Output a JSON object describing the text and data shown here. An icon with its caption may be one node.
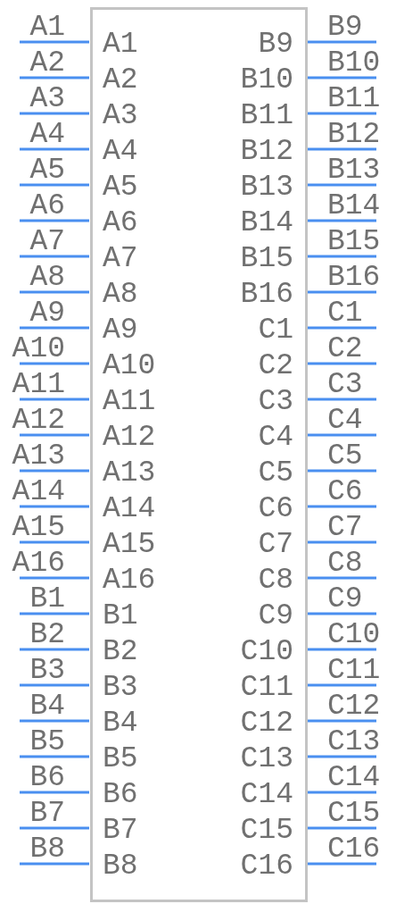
{
  "diagram": {
    "nodes": [
      {
        "text": [
          "A1",
          "A2",
          "A3",
          "A4",
          "A5",
          "A6",
          "A7",
          "A8",
          "A9",
          "A10",
          "A11",
          "A12",
          "A13",
          "A14",
          "A15",
          "A16",
          "B1",
          "B2",
          "B3",
          "B4",
          "B5",
          "B6",
          "B7",
          "B8",
          "B9",
          "B10",
          "B11",
          "B12",
          "B13",
          "B14",
          "B15",
          "B16",
          "C1",
          "C2",
          "C3",
          "C4",
          "C5",
          "C6",
          "C7",
          "C8",
          "C9",
          "C10",
          "C11",
          "C12",
          "C13",
          "C14",
          "C15",
          "C16"
        ]
      }
    ],
    "labels": [
      "A1",
      "A2",
      "A3",
      "A4",
      "A5",
      "A6",
      "A7",
      "A8",
      "A9",
      "A10",
      "A11",
      "A12",
      "A13",
      "A14",
      "A15",
      "A16",
      "B1",
      "B2",
      "B3",
      "B4",
      "B5",
      "B6",
      "B7",
      "B8",
      "B9",
      "B10",
      "B11",
      "B12",
      "B13",
      "B14",
      "B15",
      "B16",
      "C1",
      "C2",
      "C3",
      "C4",
      "C5",
      "C6",
      "C7",
      "C8",
      "C9",
      "C10",
      "C11",
      "C12",
      "C13",
      "C14",
      "C15",
      "C16"
    ]
  }
}
